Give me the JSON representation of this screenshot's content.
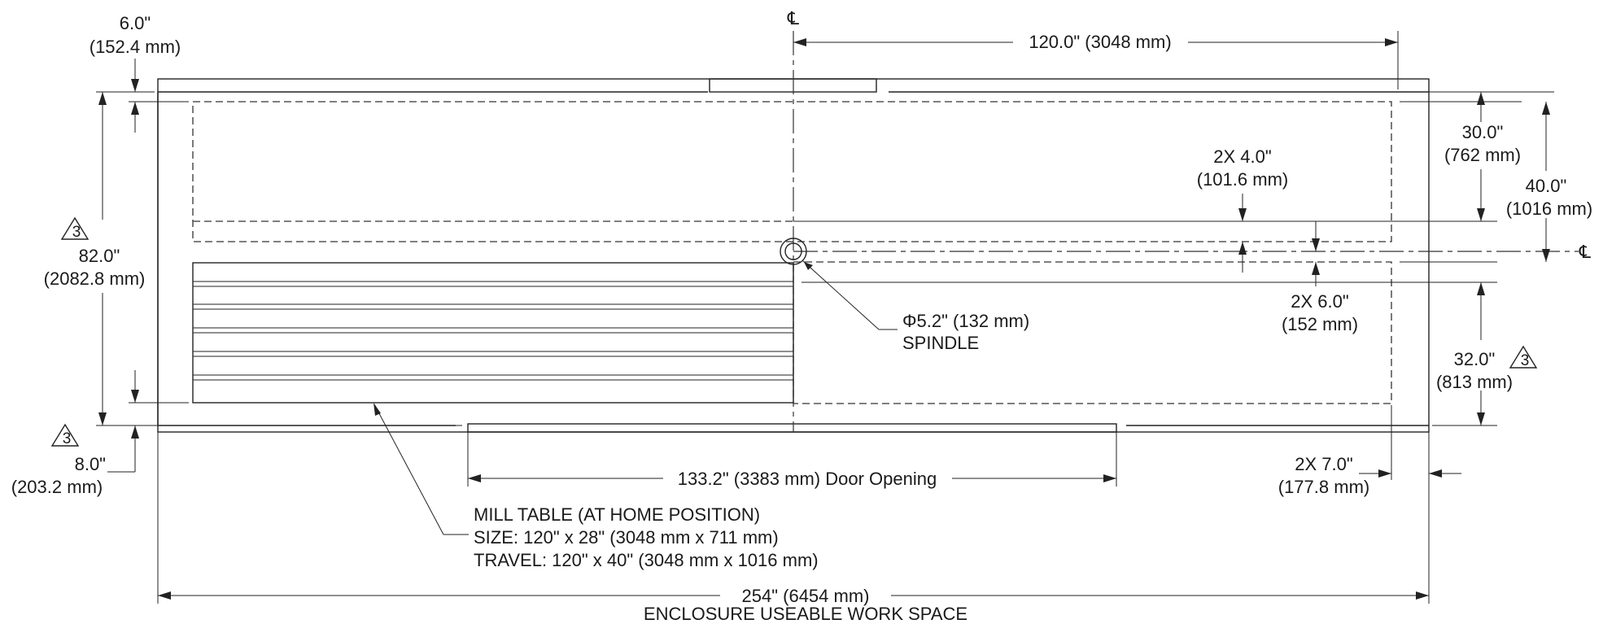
{
  "centerline_symbol": "℄",
  "dimensions": {
    "top_width": {
      "value": "120.0\" (3048 mm)"
    },
    "left_offset_top": {
      "imperial": "6.0\"",
      "metric": "(152.4 mm)"
    },
    "left_height": {
      "imperial": "82.0\"",
      "metric": "(2082.8 mm)",
      "note_marker": "3"
    },
    "left_offset_bottom": {
      "imperial": "8.0\"",
      "metric": "(203.2 mm)",
      "note_marker": "3"
    },
    "right_upper": {
      "imperial": "30.0\"",
      "metric": "(762 mm)"
    },
    "right_total": {
      "imperial": "40.0\"",
      "metric": "(1016 mm)"
    },
    "right_lower": {
      "imperial": "32.0\"",
      "metric": "(813 mm)",
      "note_marker": "3"
    },
    "offset_4": {
      "imperial": "2X 4.0\"",
      "metric": "(101.6 mm)"
    },
    "offset_6": {
      "imperial": "2X 6.0\"",
      "metric": "(152 mm)"
    },
    "offset_7": {
      "imperial": "2X 7.0\"",
      "metric": "(177.8 mm)"
    },
    "door_opening": {
      "value": "133.2\" (3383 mm) Door Opening"
    },
    "overall_width": {
      "value": "254\" (6454 mm)"
    }
  },
  "spindle": {
    "diameter": "Φ5.2\" (132 mm)",
    "label": "SPINDLE"
  },
  "mill_table": {
    "title": "MILL TABLE (AT HOME POSITION)",
    "size": "SIZE: 120\" x 28\" (3048 mm x 711 mm)",
    "travel": "TRAVEL: 120\" x 40\" (3048 mm x 1016 mm)"
  },
  "caption": "ENCLOSURE USEABLE WORK SPACE"
}
